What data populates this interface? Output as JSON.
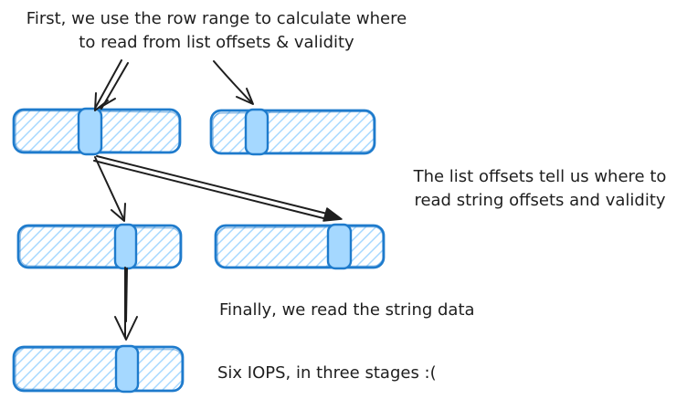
{
  "colors": {
    "stroke": "#1e7bcc",
    "fill": "#a5d8ff",
    "ink": "#1e1e1e",
    "bg": "#ffffff"
  },
  "annotations": {
    "step1_line1": "First, we use the row range to calculate where",
    "step1_line2": "to read from list offsets & validity",
    "step2_line1": "The list offsets tell us where to",
    "step2_line2": "read string offsets and validity",
    "step3": "Finally, we read the string data",
    "summary": "Six IOPS, in three stages :("
  }
}
